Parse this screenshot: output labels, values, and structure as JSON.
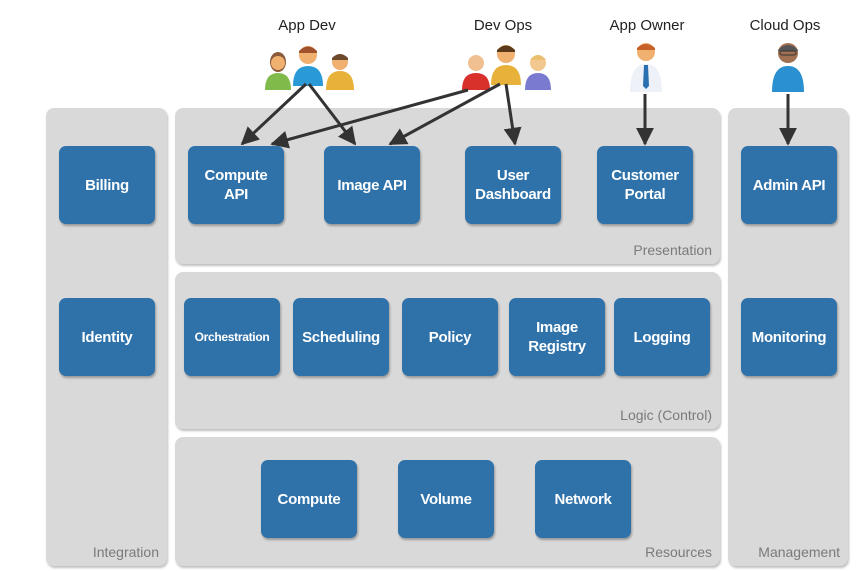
{
  "roles": [
    {
      "id": "app-dev",
      "label": "App Dev"
    },
    {
      "id": "dev-ops",
      "label": "Dev Ops"
    },
    {
      "id": "app-owner",
      "label": "App Owner"
    },
    {
      "id": "cloud-ops",
      "label": "Cloud Ops"
    }
  ],
  "panels": {
    "integration": {
      "label": "Integration",
      "boxes": [
        "Billing",
        "Identity"
      ]
    },
    "presentation": {
      "label": "Presentation",
      "boxes": [
        "Compute\nAPI",
        "Image API",
        "User\nDashboard",
        "Customer\nPortal"
      ]
    },
    "logic": {
      "label": "Logic (Control)",
      "boxes": [
        "Orchestration",
        "Scheduling",
        "Policy",
        "Image\nRegistry",
        "Logging"
      ]
    },
    "resources": {
      "label": "Resources",
      "boxes": [
        "Compute",
        "Volume",
        "Network"
      ]
    },
    "management": {
      "label": "Management",
      "boxes": [
        "Admin API",
        "Monitoring"
      ]
    }
  },
  "connections": [
    {
      "from": "App Dev",
      "to": "Compute API"
    },
    {
      "from": "App Dev",
      "to": "Image API"
    },
    {
      "from": "Dev Ops",
      "to": "Compute API"
    },
    {
      "from": "Dev Ops",
      "to": "Image API"
    },
    {
      "from": "Dev Ops",
      "to": "User Dashboard"
    },
    {
      "from": "App Owner",
      "to": "Customer Portal"
    },
    {
      "from": "Cloud Ops",
      "to": "Admin API"
    }
  ],
  "colors": {
    "box": "#2f72aa",
    "panel": "#d9d9d9",
    "arrow": "#333333"
  }
}
